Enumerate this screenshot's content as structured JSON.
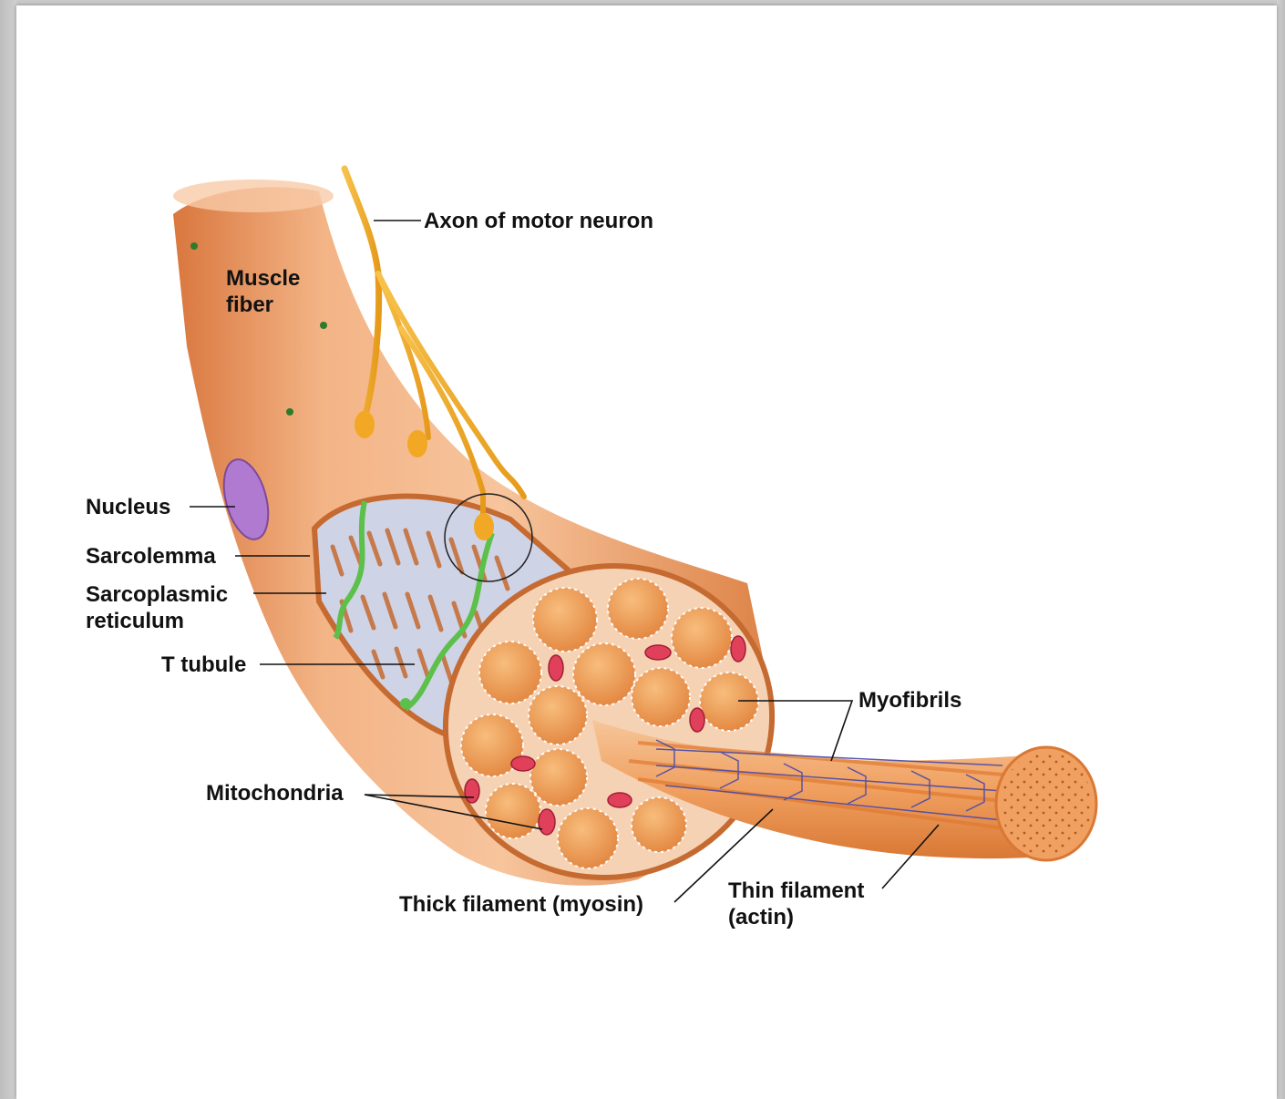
{
  "labels": {
    "axon": "Axon of motor neuron",
    "muscle_fiber_1": "Muscle",
    "muscle_fiber_2": "fiber",
    "nucleus": "Nucleus",
    "sarcolemma": "Sarcolemma",
    "sarcoplasmic_1": "Sarcoplasmic",
    "sarcoplasmic_2": "reticulum",
    "t_tubule": "T tubule",
    "myofibrils": "Myofibrils",
    "mitochondria": "Mitochondria",
    "thick_filament": "Thick filament (myosin)",
    "thin_filament_1": "Thin filament",
    "thin_filament_2": "(actin)"
  },
  "colors": {
    "fiber": "#f2b07e",
    "fiber_dark": "#d7783f",
    "myofibril": "#f0a060",
    "axon": "#f6b030",
    "t_tubule": "#5cc04a",
    "nucleus": "#b07ad0",
    "mitochondria": "#e0405a",
    "reticulum": "#cfd3e6",
    "filament_lines": "#4a4aa8"
  }
}
